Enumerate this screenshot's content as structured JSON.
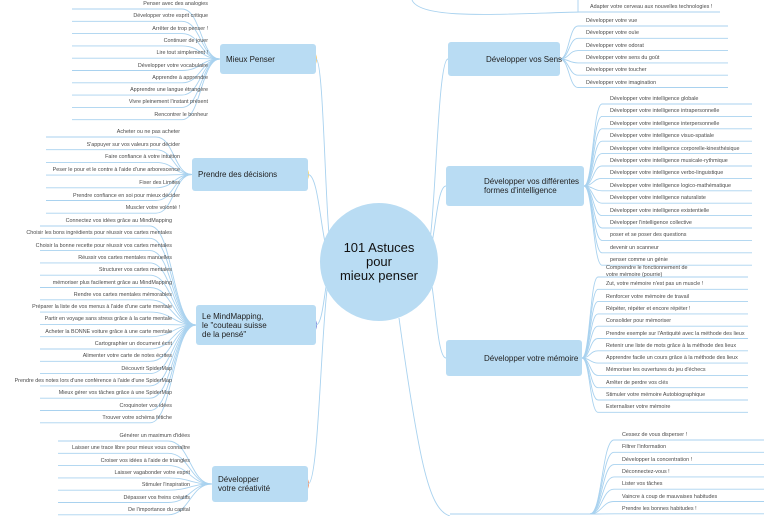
{
  "center": {
    "title_lines": [
      "101 Astuces",
      "pour",
      "mieux penser"
    ]
  },
  "colors": {
    "node": "#b9dcf3",
    "line": "#a9d2ef",
    "text": "#4a4a4a"
  },
  "branches": {
    "mieux_penser": {
      "label_lines": [
        "Mieux Penser"
      ],
      "icon": "brain-lightbulb-icon",
      "items": [
        "Penser avec des analogies",
        "Développer votre esprit critique",
        "Arrêter de trop penser !",
        "Continuer de jouer",
        "Lire tout simplement !",
        "Développer votre vocabulaire",
        "Apprendre à apprendre",
        "Apprendre une langue étrangère",
        "Vivre pleinement l'instant présent",
        "Rencontrer le bonheur"
      ]
    },
    "decisions": {
      "label_lines": [
        "Prendre des décisions"
      ],
      "icon": "decision-icon",
      "items": [
        "Acheter ou ne pas acheter",
        "S'appuyer sur vos valeurs pour décider",
        "Faire confiance à votre intuition",
        "Peser le pour et le contre à l'aide d'une arborescence",
        "Fixer des Limites",
        "Prendre confiance en soi pour mieux décider",
        "Muscler votre volonté !"
      ]
    },
    "mindmapping": {
      "label_lines": [
        "Le MindMapping,",
        "le \"couteau suisse",
        "de la pensé\""
      ],
      "icon": "magnet-icon",
      "items": [
        "Connectez vos idées grâce au MindMapping",
        "Choisir les bons ingrédients pour réussir vos cartes mentales",
        "Choisir la bonne recette pour réussir vos cartes mentales",
        "Réussir vos cartes mentales manuelles",
        "Structurer vos cartes mentales",
        "mémoriser plus facilement grâce au MindMapping",
        "Rendre vos cartes mentales mémorables",
        "Préparer la liste de vos menus à l'aide d'une carte mentale",
        "Partir en voyage sans stress grâce à la carte mentale",
        "Acheter la BONNE voiture grâce à une carte mentale",
        "Cartographier un document écrit",
        "Alimenter votre carte de notes écrites",
        "Découvrir SpiderMap",
        "Prendre des notes lors d'une conférence à l'aide d'une SpiderMap",
        "Mieux gérer vos tâches grâce à une SpiderMap",
        "Croquinoter vos idées",
        "Trouver votre schéma fétiche"
      ]
    },
    "creativite": {
      "label_lines": [
        "Développer",
        "votre créativité"
      ],
      "icon": "creativity-icon",
      "items": [
        "Générer un maximum d'idées",
        "Laisser une trace libre pour mieux vous connaître",
        "Croiser vos idées à l'aide de triangles",
        "Laisser vagabonder votre esprit",
        "Stimuler l'inspiration",
        "Dépasser vos freins créatifs",
        "De l'importance du capital"
      ]
    },
    "sens": {
      "label_lines": [
        "Développer vos Sens"
      ],
      "icon": "ear-icon",
      "top_item": "Adapter votre cerveau aux nouvelles technologies !",
      "items": [
        "Développer votre vue",
        "Développer votre ouïe",
        "Développer votre odorat",
        "Développer votre sens du goût",
        "Développer votre toucher",
        "Développer votre imagination"
      ]
    },
    "intelligences": {
      "label_lines": [
        "Développer vos différentes",
        "formes d'intelligence"
      ],
      "icon": "brain-icon",
      "items": [
        "Développer votre intelligence globale",
        "Développer votre intelligence intrapersonnelle",
        "Développer votre intelligence interpersonnelle",
        "Développer votre intelligence visuo-spatiale",
        "Développer votre intelligence corporelle-kinesthésique",
        "Développer votre intelligence musicale-rythmique",
        "Développer votre intelligence verbo-linguistique",
        "Développer votre intelligence logico-mathématique",
        "Développer votre intelligence naturaliste",
        "Développer votre intelligence existentielle",
        "Développer l'intelligence collective",
        "poser et se poser des questions",
        "devenir un scanneur",
        "penser comme un génie"
      ]
    },
    "memoire": {
      "label_lines": [
        "Développer votre mémoire"
      ],
      "icon": "memory-icon",
      "items": [
        "Comprendre le fonctionnement de\nvotre mémoire (pourrie)",
        "Zut, votre mémoire n'est pas un muscle !",
        "Renforcer votre mémoire de travail",
        "Répéter, répéter et encore répéter !",
        "Consolider pour mémoriser",
        "Prendre exemple sur l'Antiquité avec la méthode des lieux",
        "Retenir une liste de mots grâce à la méthode des lieux",
        "Apprendre facile un cours grâce à la méthode des lieux",
        "Mémoriser les ouvertures du jeu d'échecs",
        "Arrêter de perdre vos clés",
        "Stimuler votre mémoire Autobiographique",
        "Externaliser votre mémoire"
      ]
    },
    "concentration": {
      "items": [
        "Cessez de vous disperser !",
        "Filtrer l'information",
        "Développer la concentration !",
        "Déconnectez-vous !",
        "Lister vos tâches",
        "Vaincre à coup de mauvaises habitudes",
        "Prendre les bonnes habitudes !"
      ]
    }
  }
}
